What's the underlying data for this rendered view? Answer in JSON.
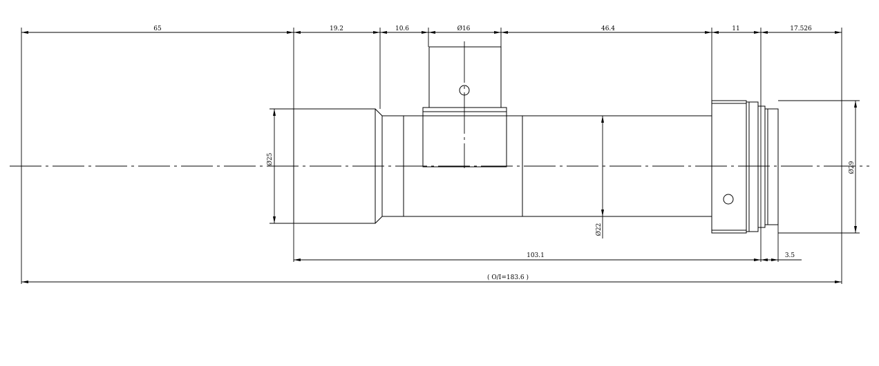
{
  "dimensions": {
    "len_65": "65",
    "len_19_2": "19.2",
    "len_10_6": "10.6",
    "dia_16": "Ø16",
    "len_46_4": "46.4",
    "len_11": "11",
    "len_17_526": "17.526",
    "dia_25": "Ø25",
    "dia_22": "Ø22",
    "dia_29": "Ø29",
    "len_103_1": "103.1",
    "len_3_5": "3.5",
    "overall": "( O/I=183.6 )"
  }
}
